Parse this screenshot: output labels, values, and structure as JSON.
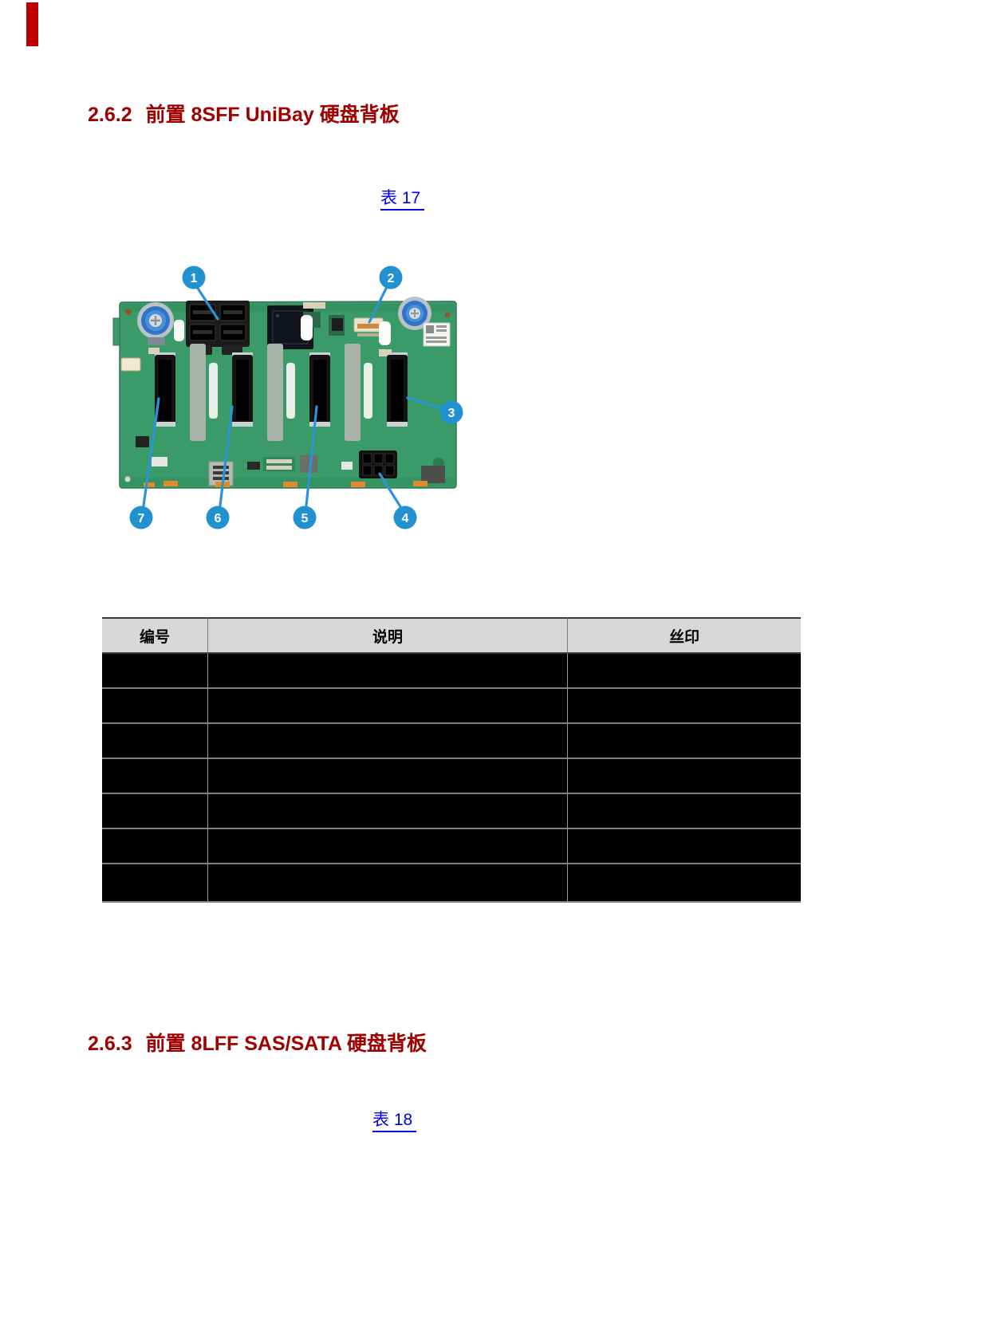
{
  "page": {
    "edge_marker_color": "#c00000"
  },
  "sections": {
    "s262": {
      "number": "2.6.2",
      "title": "前置 8SFF UniBay 硬盘背板"
    },
    "s263": {
      "number": "2.6.3",
      "title": "前置 8LFF SAS/SATA 硬盘背板"
    }
  },
  "links": {
    "table17": {
      "label": "表 17"
    },
    "table18": {
      "label": "表 18"
    }
  },
  "figure": {
    "type": "photo",
    "subject": "8SFF UniBay drive backplane",
    "callouts": [
      "1",
      "2",
      "3",
      "4",
      "5",
      "6",
      "7"
    ]
  },
  "table": {
    "headers": [
      "编号",
      "说明",
      "丝印"
    ],
    "rows": [
      [
        "",
        "",
        ""
      ],
      [
        "",
        "",
        ""
      ],
      [
        "",
        "",
        ""
      ],
      [
        "",
        "",
        ""
      ],
      [
        "",
        "",
        ""
      ],
      [
        "",
        "",
        ""
      ],
      [
        "",
        "",
        ""
      ]
    ]
  },
  "colors": {
    "heading_red": "#a00000",
    "link_blue": "#0000ee",
    "callout_blue": "#2191d0",
    "table_header_bg": "#d8d8d8",
    "table_row_bg": "#000000",
    "grid_gray": "#7f7f7f",
    "pcb_green": "#3a9a68"
  }
}
